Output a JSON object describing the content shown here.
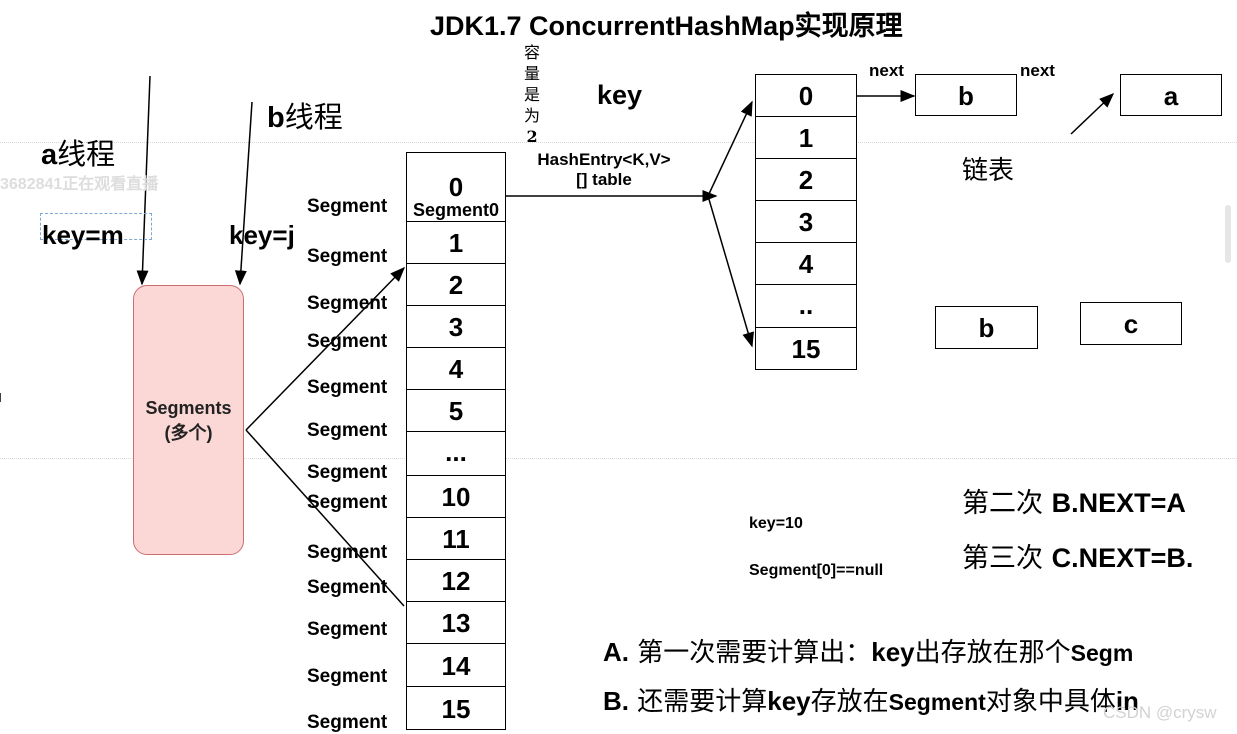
{
  "title": "JDK1.7 ConcurrentHashMap实现原理",
  "threads": {
    "a_bold": "a",
    "a_text": "线程",
    "b_bold": "b",
    "b_text": "线程",
    "key_m": "key=m",
    "key_j": "key=j"
  },
  "watermark_live": "3682841正在观看直播",
  "segments_box": {
    "line1": "Segments",
    "line2": "(多个)"
  },
  "segment_label": "Segment",
  "segment_array": {
    "cells": [
      "0",
      "1",
      "2",
      "3",
      "4",
      "5",
      "...",
      "10",
      "11",
      "12",
      "13",
      "14",
      "15"
    ],
    "cell0_sub": "Segment0"
  },
  "capacity_note": [
    "容",
    "量",
    "是",
    "为",
    "2"
  ],
  "key_label": "key",
  "hash_entry": {
    "line1": "HashEntry<K,V>",
    "line2": "[] table"
  },
  "table_cells": [
    "0",
    "1",
    "2",
    "3",
    "4",
    "..",
    "15"
  ],
  "linked_list": {
    "next1": "next",
    "next2": "next",
    "node_b": "b",
    "node_a": "a",
    "label": "链表",
    "lower_b": "b",
    "lower_c": "c"
  },
  "notes": {
    "second_prefix": "第二次 ",
    "second_bold": "B.NEXT=A",
    "third_prefix": "第三次 ",
    "third_bold": "C.NEXT=B.",
    "key10": "key=10",
    "seg_null": "Segment[0]==null",
    "lineA_prefix": "A.",
    "lineA_1": " 第一次需要计算出：",
    "lineA_2": "key",
    "lineA_3": "出存放在那个",
    "lineA_4": "Segm",
    "lineB_prefix": "B.",
    "lineB_1": " 还需要计算",
    "lineB_2": "key",
    "lineB_3": "存放在",
    "lineB_4": "Segment",
    "lineB_5": "对象中具体",
    "lineB_6": "in"
  },
  "csdn_watermark": "CSDN @crysw",
  "colors": {
    "segments_fill": "#fbd8d6",
    "segments_border": "#c9706f"
  }
}
